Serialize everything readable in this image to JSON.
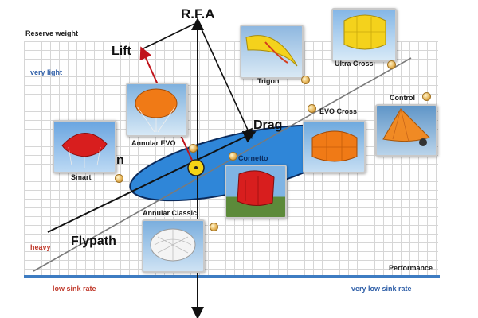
{
  "labels": {
    "rfa": "R.F.A",
    "lift": "Lift",
    "drag": "Drag",
    "flypath": "Flypath",
    "n_fragment": "n",
    "reserve_weight": "Reserve weight",
    "very_light": "very light",
    "heavy": "heavy",
    "performance": "Performance",
    "low_sink_rate": "low sink rate",
    "very_low_sink_rate": "very low sink rate"
  },
  "products": [
    {
      "name": "Smart",
      "icon": "red-round-canopy-photo"
    },
    {
      "name": "Annular EVO",
      "icon": "orange-round-canopy-photo"
    },
    {
      "name": "Trigon",
      "icon": "yellow-triangle-canopy-photo"
    },
    {
      "name": "Ultra Cross",
      "icon": "yellow-square-canopy-photo"
    },
    {
      "name": "EVO Cross",
      "icon": "orange-square-canopy-photo"
    },
    {
      "name": "Control",
      "icon": "orange-steerable-canopy-photo"
    },
    {
      "name": "Cornetto",
      "icon": "red-cornetto-canopy-photo"
    },
    {
      "name": "Annular Classic",
      "icon": "white-round-canopy-photo"
    }
  ],
  "colors": {
    "ellipse_fill": "#2f86d8",
    "ellipse_stroke": "#0b2a5b",
    "very_light": "#2f5fa8",
    "heavy": "#c0392b",
    "low_sink_rate": "#c0392b",
    "very_low_sink_rate": "#2f5fa8",
    "lift_arrow": "#c0141b",
    "grid_line": "#d6d6d6",
    "grid_bottom_bar": "#3d7cc2"
  }
}
